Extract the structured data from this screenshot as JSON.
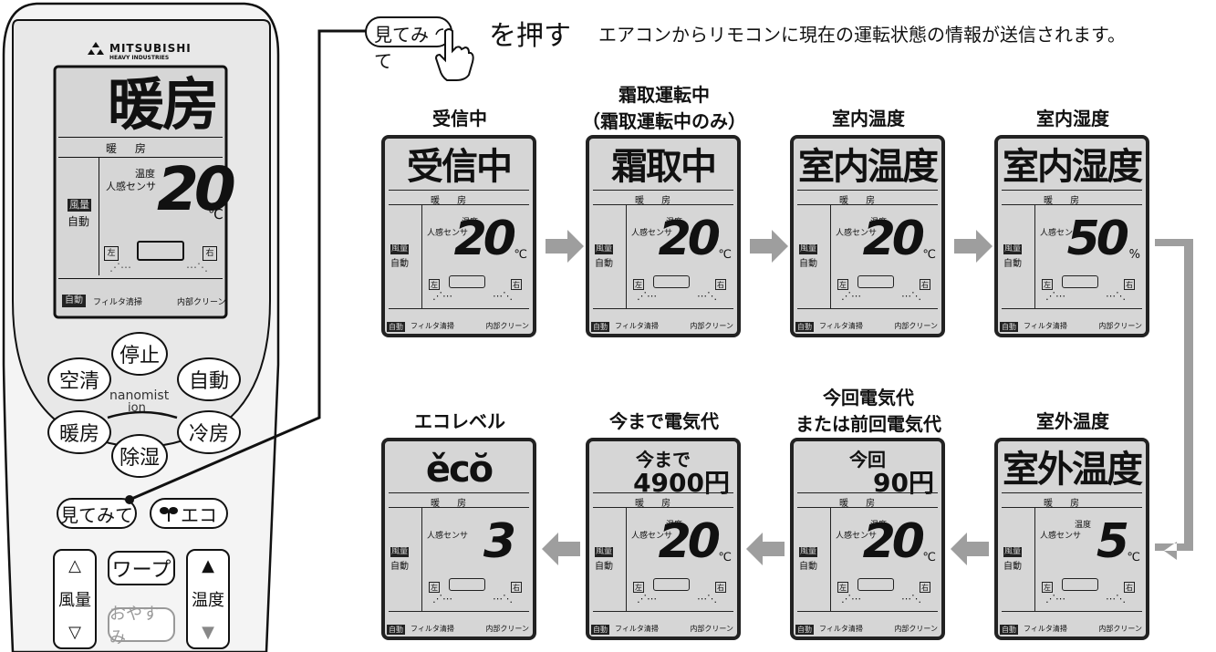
{
  "remote": {
    "brand_line1": "MITSUBISHI",
    "brand_line2": "HEAVY INDUSTRIES",
    "display": {
      "big": "暖房",
      "mode": "暖 房",
      "temp_label": "温度",
      "sensor": "人感センサ",
      "value": "20",
      "unit": "℃",
      "fan": "風量",
      "fan_mode": "自動",
      "left": "左",
      "right": "右",
      "auto": "自動",
      "filter": "フィルタ清掃",
      "clean": "内部クリーン"
    },
    "buttons": {
      "stop": "停止",
      "air_clean": "空清",
      "auto": "自動",
      "nanomist_1": "nanomist",
      "nanomist_2": "ion",
      "heat": "暖房",
      "cool": "冷房",
      "dry": "除湿",
      "mitemite": "見てみて",
      "eco": "エコ",
      "warp": "ワープ",
      "sleep": "おやすみ",
      "fan": "風量",
      "temp": "温度",
      "up_outline": "△",
      "down_outline": "▽",
      "up_solid": "▲",
      "down_solid": "▼"
    }
  },
  "caption": {
    "key_label": "見てみて",
    "press": "を押す",
    "description": "エアコンからリモコンに現在の運転状態の情報が送信されます。"
  },
  "panels": [
    {
      "title": "受信中",
      "title2": "",
      "big": "受信中",
      "mode": "暖 房",
      "temp_label": "温度",
      "sensor": "人感センサ",
      "value": "20",
      "unit": "℃"
    },
    {
      "title": "霜取運転中",
      "title2": "（霜取運転中のみ）",
      "big": "霜取中",
      "mode": "暖 房",
      "temp_label": "温度",
      "sensor": "人感センサ",
      "value": "20",
      "unit": "℃"
    },
    {
      "title": "室内温度",
      "title2": "",
      "big": "室内温度",
      "mode": "暖 房",
      "temp_label": "温度",
      "sensor": "人感センサ",
      "value": "20",
      "unit": "℃"
    },
    {
      "title": "室内湿度",
      "title2": "",
      "big": "室内湿度",
      "mode": "暖 房",
      "temp_label": "",
      "sensor": "人感センサ",
      "value": "50",
      "unit": "%"
    },
    {
      "title": "室外温度",
      "title2": "",
      "big": "室外温度",
      "mode": "暖 房",
      "temp_label": "温度",
      "sensor": "人感センサ",
      "value": "5",
      "unit": "℃"
    },
    {
      "title": "今回電気代",
      "title2": "または前回電気代",
      "big": "今回",
      "big2": "90円",
      "mode": "暖 房",
      "temp_label": "温度",
      "sensor": "人感センサ",
      "value": "20",
      "unit": "℃"
    },
    {
      "title": "今まで電気代",
      "title2": "",
      "big": "今まで",
      "big2": "4900円",
      "mode": "暖 房",
      "temp_label": "温度",
      "sensor": "人感センサ",
      "value": "20",
      "unit": "℃"
    },
    {
      "title": "エコレベル",
      "title2": "",
      "big": "ěcŏ",
      "mode": "暖 房",
      "temp_label": "",
      "sensor": "人感センサ",
      "value": "3",
      "unit": ""
    }
  ],
  "panel_common": {
    "fan": "風量",
    "fan_mode": "自動",
    "left": "左",
    "right": "右",
    "auto": "自動",
    "filter": "フィルタ清掃",
    "clean": "内部クリーン"
  },
  "colors": {
    "lcd": "#d6d6d6",
    "arrow": "#9e9e9e",
    "frame": "#222222"
  }
}
